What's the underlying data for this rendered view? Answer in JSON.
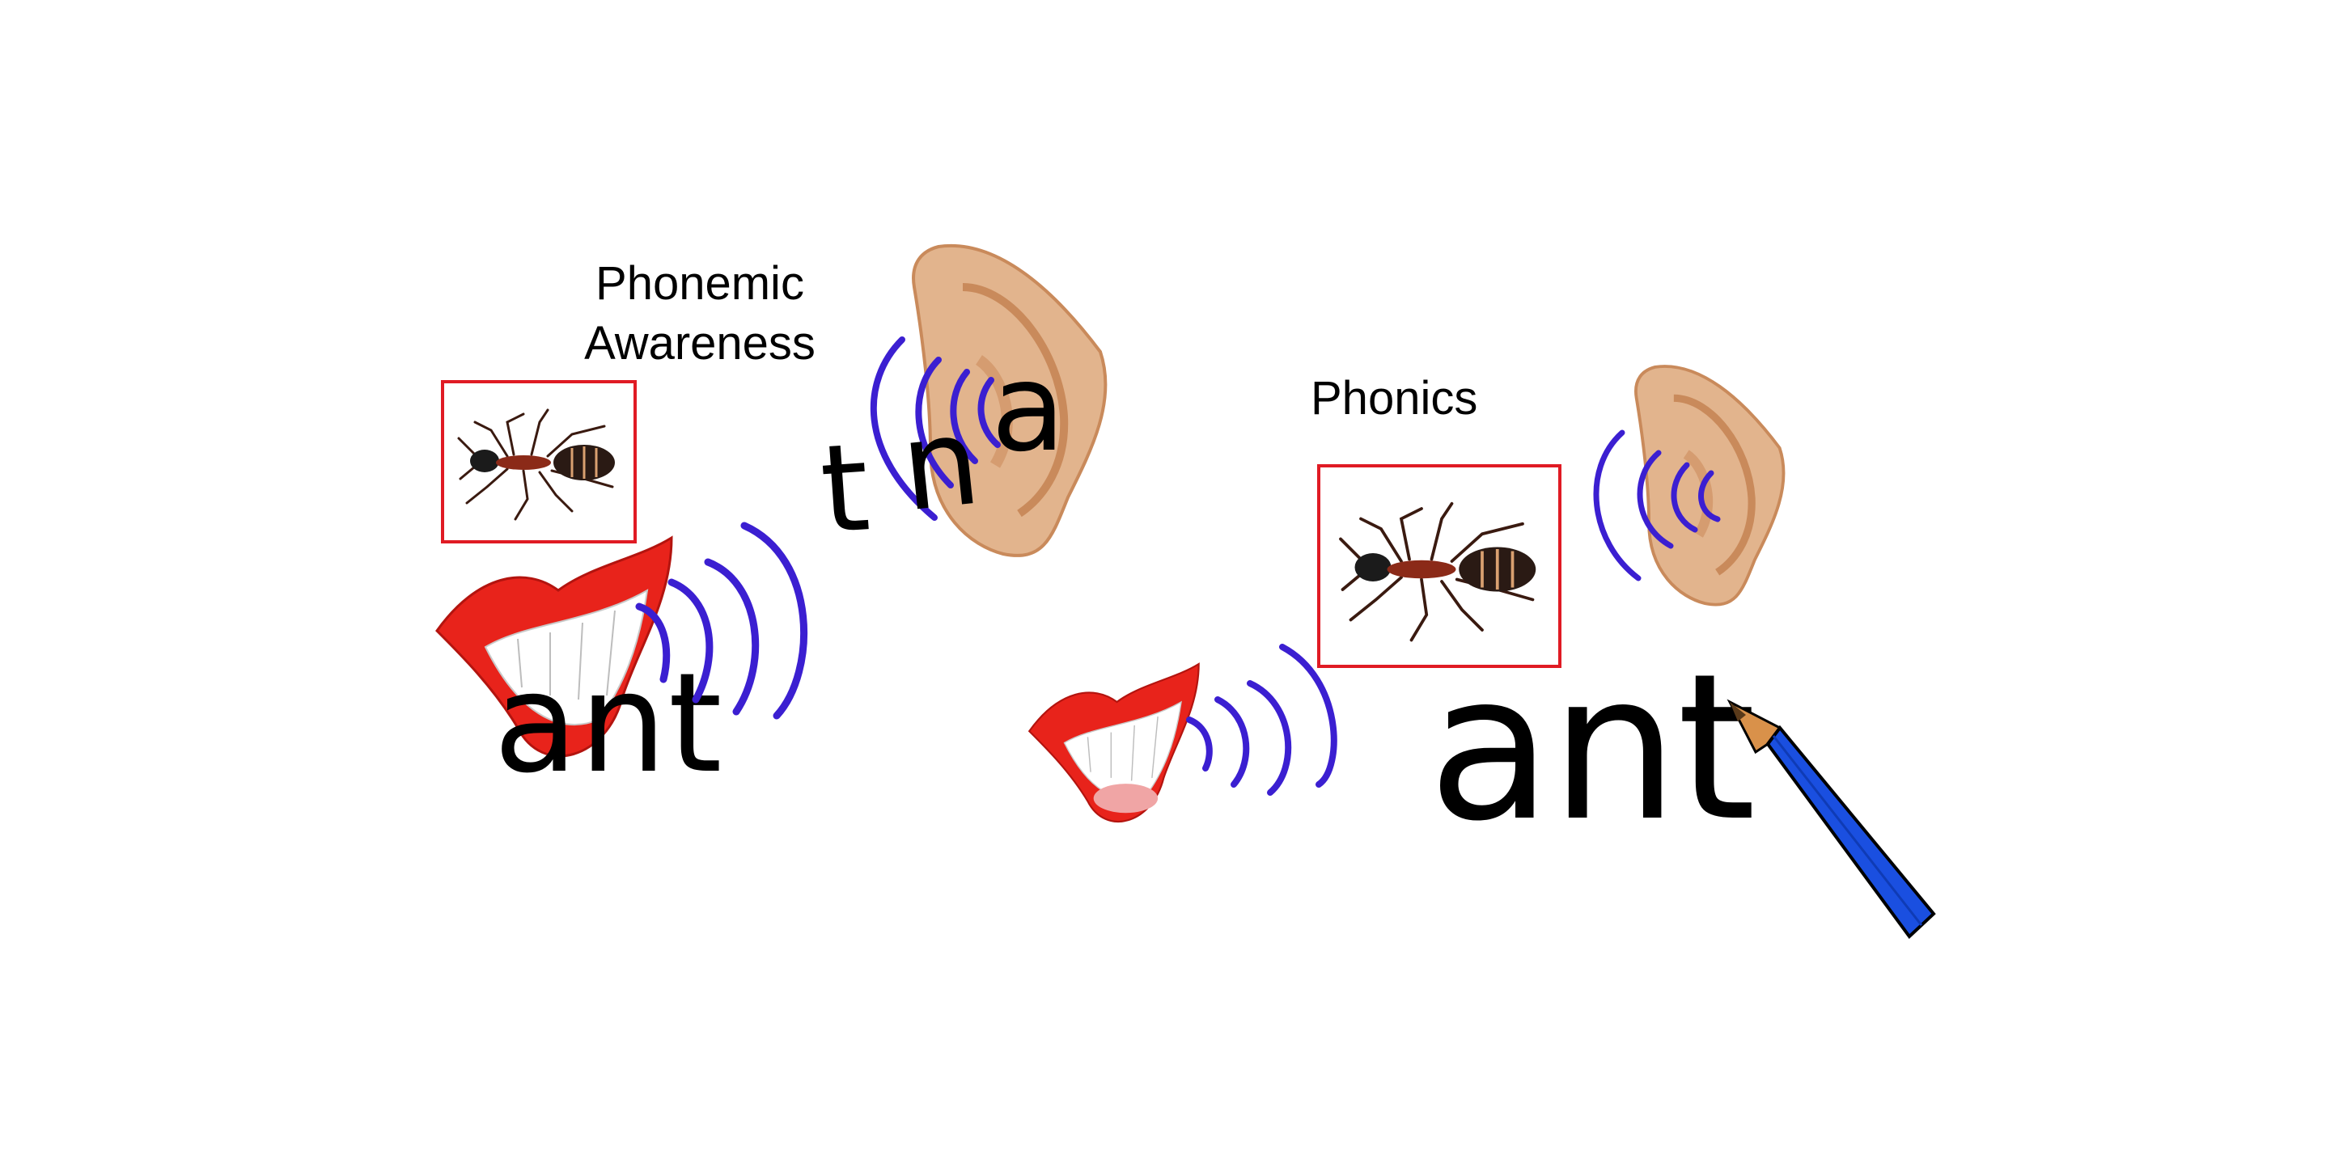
{
  "sections": {
    "phonemic_awareness": {
      "title": "Phonemic\nAwareness",
      "spoken_word": "ant",
      "scrambled_letters": [
        "t",
        "n",
        "a"
      ]
    },
    "phonics": {
      "title": "Phonics",
      "written_word": "ant"
    }
  },
  "icons": [
    "ant-picture",
    "mouth-icon",
    "ear-icon",
    "sound-waves-icon",
    "pencil-icon"
  ],
  "colors": {
    "frame": "#e01b24",
    "waves": "#3b1fd1",
    "lips": "#e8231b",
    "ear": "#e2b48d",
    "pencil": "#1a4fe0"
  }
}
